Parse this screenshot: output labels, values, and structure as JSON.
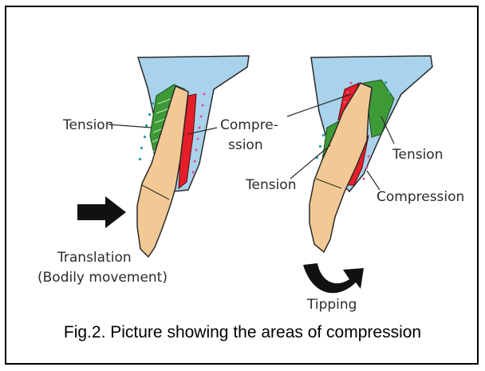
{
  "labels": {
    "left_tension": "Tension",
    "left_compression_1": "Compre-",
    "left_compression_2": "ssion",
    "translation": "Translation",
    "bodily_movement": "(Bodily movement)",
    "right_tension_top": "Tension",
    "right_tension_bottom": "Tension",
    "right_compression": "Compression",
    "tipping": "Tipping"
  },
  "caption": "Fig.2. Picture showing the areas of compression",
  "colors": {
    "bone": "#a9d2ec",
    "tooth": "#f2c994",
    "tension_pdl": "#3d9a37",
    "compression_pdl": "#e51f2a",
    "arrow": "#111111",
    "marker_dots": "#2aa6a6",
    "pink_dots": "#e74a8a"
  },
  "icons": [
    "straight-arrow-icon",
    "curved-arrow-icon"
  ]
}
